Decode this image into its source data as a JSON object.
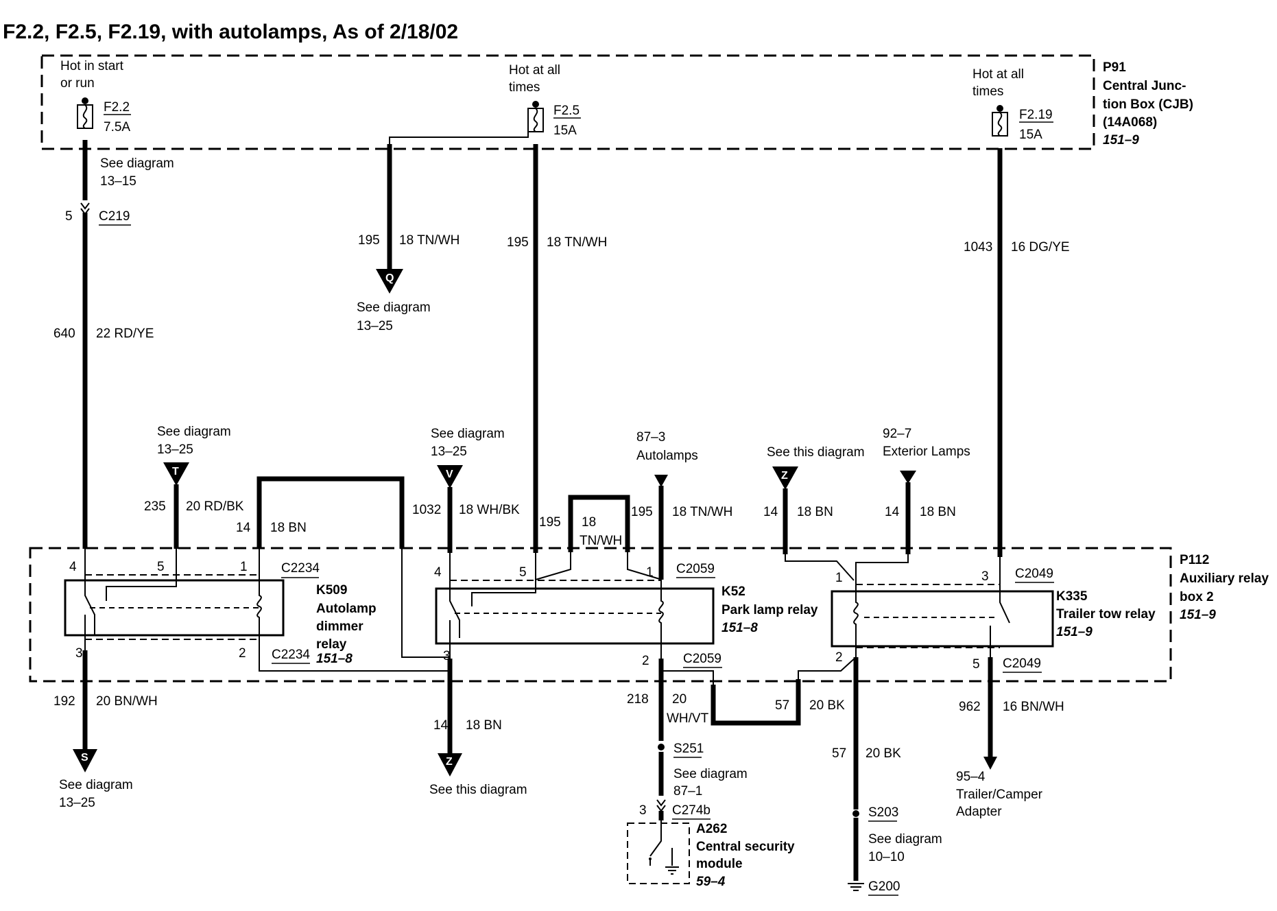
{
  "title": "F2.2, F2.5, F2.19, with autolamps, As of 2/18/02",
  "cjb": {
    "id": "P91",
    "name_line1": "Central Junc-",
    "name_line2": "tion Box (CJB)",
    "part": "(14A068)",
    "ref": "151–9"
  },
  "aux_box": {
    "id": "P112",
    "name_line1": "Auxiliary relay",
    "name_line2": "box 2",
    "ref": "151–9"
  },
  "fuses": [
    {
      "hot_line1": "Hot in start",
      "hot_line2": "or run",
      "name": "F2.2",
      "rating": "7.5A"
    },
    {
      "hot_line1": "Hot at all",
      "hot_line2": "times",
      "name": "F2.5",
      "rating": "15A"
    },
    {
      "hot_line1": "Hot at all",
      "hot_line2": "times",
      "name": "F2.19",
      "rating": "15A"
    }
  ],
  "circuits": {
    "c640": {
      "num": "640",
      "wire": "22 RD/YE"
    },
    "c195a": {
      "num": "195",
      "wire": "18 TN/WH"
    },
    "c195b": {
      "num": "195",
      "wire": "18 TN/WH"
    },
    "c1043": {
      "num": "1043",
      "wire": "16 DG/YE"
    },
    "c235": {
      "num": "235",
      "wire": "20 RD/BK"
    },
    "c14a": {
      "num": "14",
      "wire": "18 BN"
    },
    "c1032": {
      "num": "1032",
      "wire": "18 WH/BK"
    },
    "c195c": {
      "num": "195",
      "wire_line1": "18",
      "wire_line2": "TN/WH"
    },
    "c195d": {
      "num": "195",
      "wire": "18 TN/WH"
    },
    "c14b": {
      "num": "14",
      "wire": "18 BN"
    },
    "c14c": {
      "num": "14",
      "wire": "18 BN"
    },
    "c192": {
      "num": "192",
      "wire": "20 BN/WH"
    },
    "c14d": {
      "num": "14",
      "wire": "18 BN"
    },
    "c218": {
      "num": "218",
      "wire_line1": "20",
      "wire_line2": "WH/VT"
    },
    "c57a": {
      "num": "57",
      "wire": "20 BK"
    },
    "c57b": {
      "num": "57",
      "wire": "20 BK"
    },
    "c962": {
      "num": "962",
      "wire": "16 BN/WH"
    }
  },
  "connectors": {
    "c219": {
      "pin": "5",
      "name": "C219"
    },
    "c2234_top": "C2234",
    "c2234_bot": "C2234",
    "c2059_top": "C2059",
    "c2059_bot": "C2059",
    "c2049_top": "C2049",
    "c2049_bot": "C2049",
    "c274b": {
      "pin": "3",
      "name": "C274b"
    },
    "s251": "S251",
    "s203": "S203",
    "g200": "G200"
  },
  "pins": {
    "k509": [
      "4",
      "5",
      "1",
      "3",
      "2"
    ],
    "k52": [
      "4",
      "5",
      "1",
      "3",
      "2"
    ],
    "k335": [
      "1",
      "3",
      "2",
      "5"
    ]
  },
  "relays": {
    "k509": {
      "id": "K509",
      "name_line1": "Autolamp",
      "name_line2": "dimmer",
      "name_line3": "relay",
      "ref": "151–8"
    },
    "k52": {
      "id": "K52",
      "name": "Park lamp relay",
      "ref": "151–8"
    },
    "k335": {
      "id": "K335",
      "name": "Trailer tow relay",
      "ref": "151–9"
    }
  },
  "module": {
    "id": "A262",
    "name_line1": "Central security",
    "name_line2": "module",
    "ref": "59–4"
  },
  "refs": {
    "d13_15": {
      "line1": "See diagram",
      "line2": "13–15"
    },
    "q": {
      "letter": "Q",
      "line1": "See diagram",
      "line2": "13–25"
    },
    "t": {
      "letter": "T",
      "line1": "See diagram",
      "line2": "13–25"
    },
    "v": {
      "letter": "V",
      "line1": "See diagram",
      "line2": "13–25"
    },
    "z_in": {
      "letter": "Z",
      "text": "See this diagram"
    },
    "autolamps": {
      "line1": "87–3",
      "line2": "Autolamps"
    },
    "ext": {
      "line1": "92–7",
      "line2": "Exterior Lamps"
    },
    "s": {
      "letter": "S",
      "line1": "See diagram",
      "line2": "13–25"
    },
    "z_out": {
      "letter": "Z",
      "text": "See this diagram"
    },
    "d87_1": {
      "line1": "See diagram",
      "line2": "87–1"
    },
    "d10_10": {
      "line1": "See diagram",
      "line2": "10–10"
    },
    "trailer": {
      "line1": "95–4",
      "line2": "Trailer/Camper",
      "line3": "Adapter"
    }
  }
}
